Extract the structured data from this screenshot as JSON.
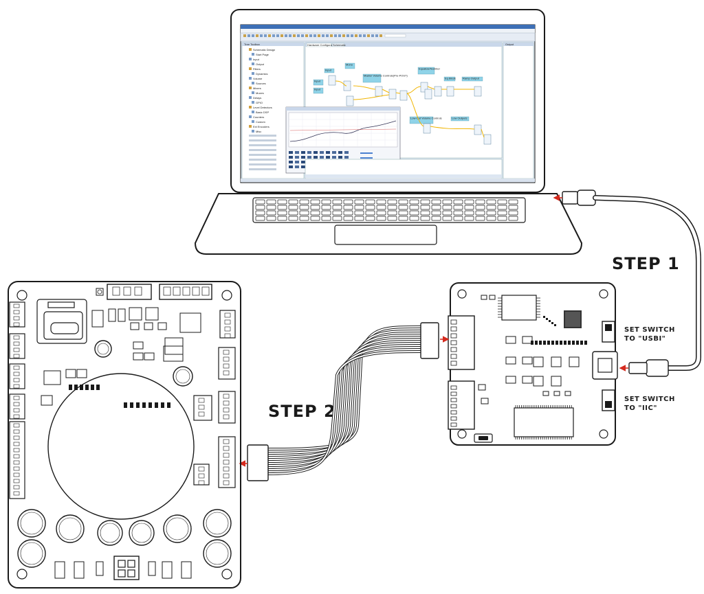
{
  "labels": {
    "step1": "STEP 1",
    "step2": "STEP 2",
    "switch_usbi_line1": "SET SWITCH",
    "switch_usbi_line2": "TO \"USBI\"",
    "switch_iic_line1": "SET SWITCH",
    "switch_iic_line2": "TO \"IIC\""
  },
  "colors": {
    "arrow": "#d42a1e",
    "line": "#1a1a1a",
    "screen_bg": "#dfe8f3",
    "block_fill": "#8fd3e8",
    "wire": "#f0b400"
  },
  "software": {
    "toolbox_title": "Tree Toolbox",
    "tabs": [
      "Hardware Configuration",
      "Schematic"
    ],
    "output_title": "Output",
    "blocks": [
      "Input",
      "Mono",
      "Master Volume Controls(Pre-POST)",
      "EqualizerNumber",
      "Eq Block",
      "Ramp Output",
      "Low-Out Volume Controls",
      "Low Outputs"
    ],
    "toolbox_items": [
      "Schematic Design",
      "Start Page",
      "Input",
      "Output",
      "Filters",
      "Dynamics",
      "Volume",
      "Sources",
      "Mixers",
      "Muxes",
      "Delays",
      "GPIO",
      "Level Detectors",
      "Basic DSP",
      "Counters",
      "Custom",
      "Ext Encoders",
      "Misc"
    ]
  }
}
